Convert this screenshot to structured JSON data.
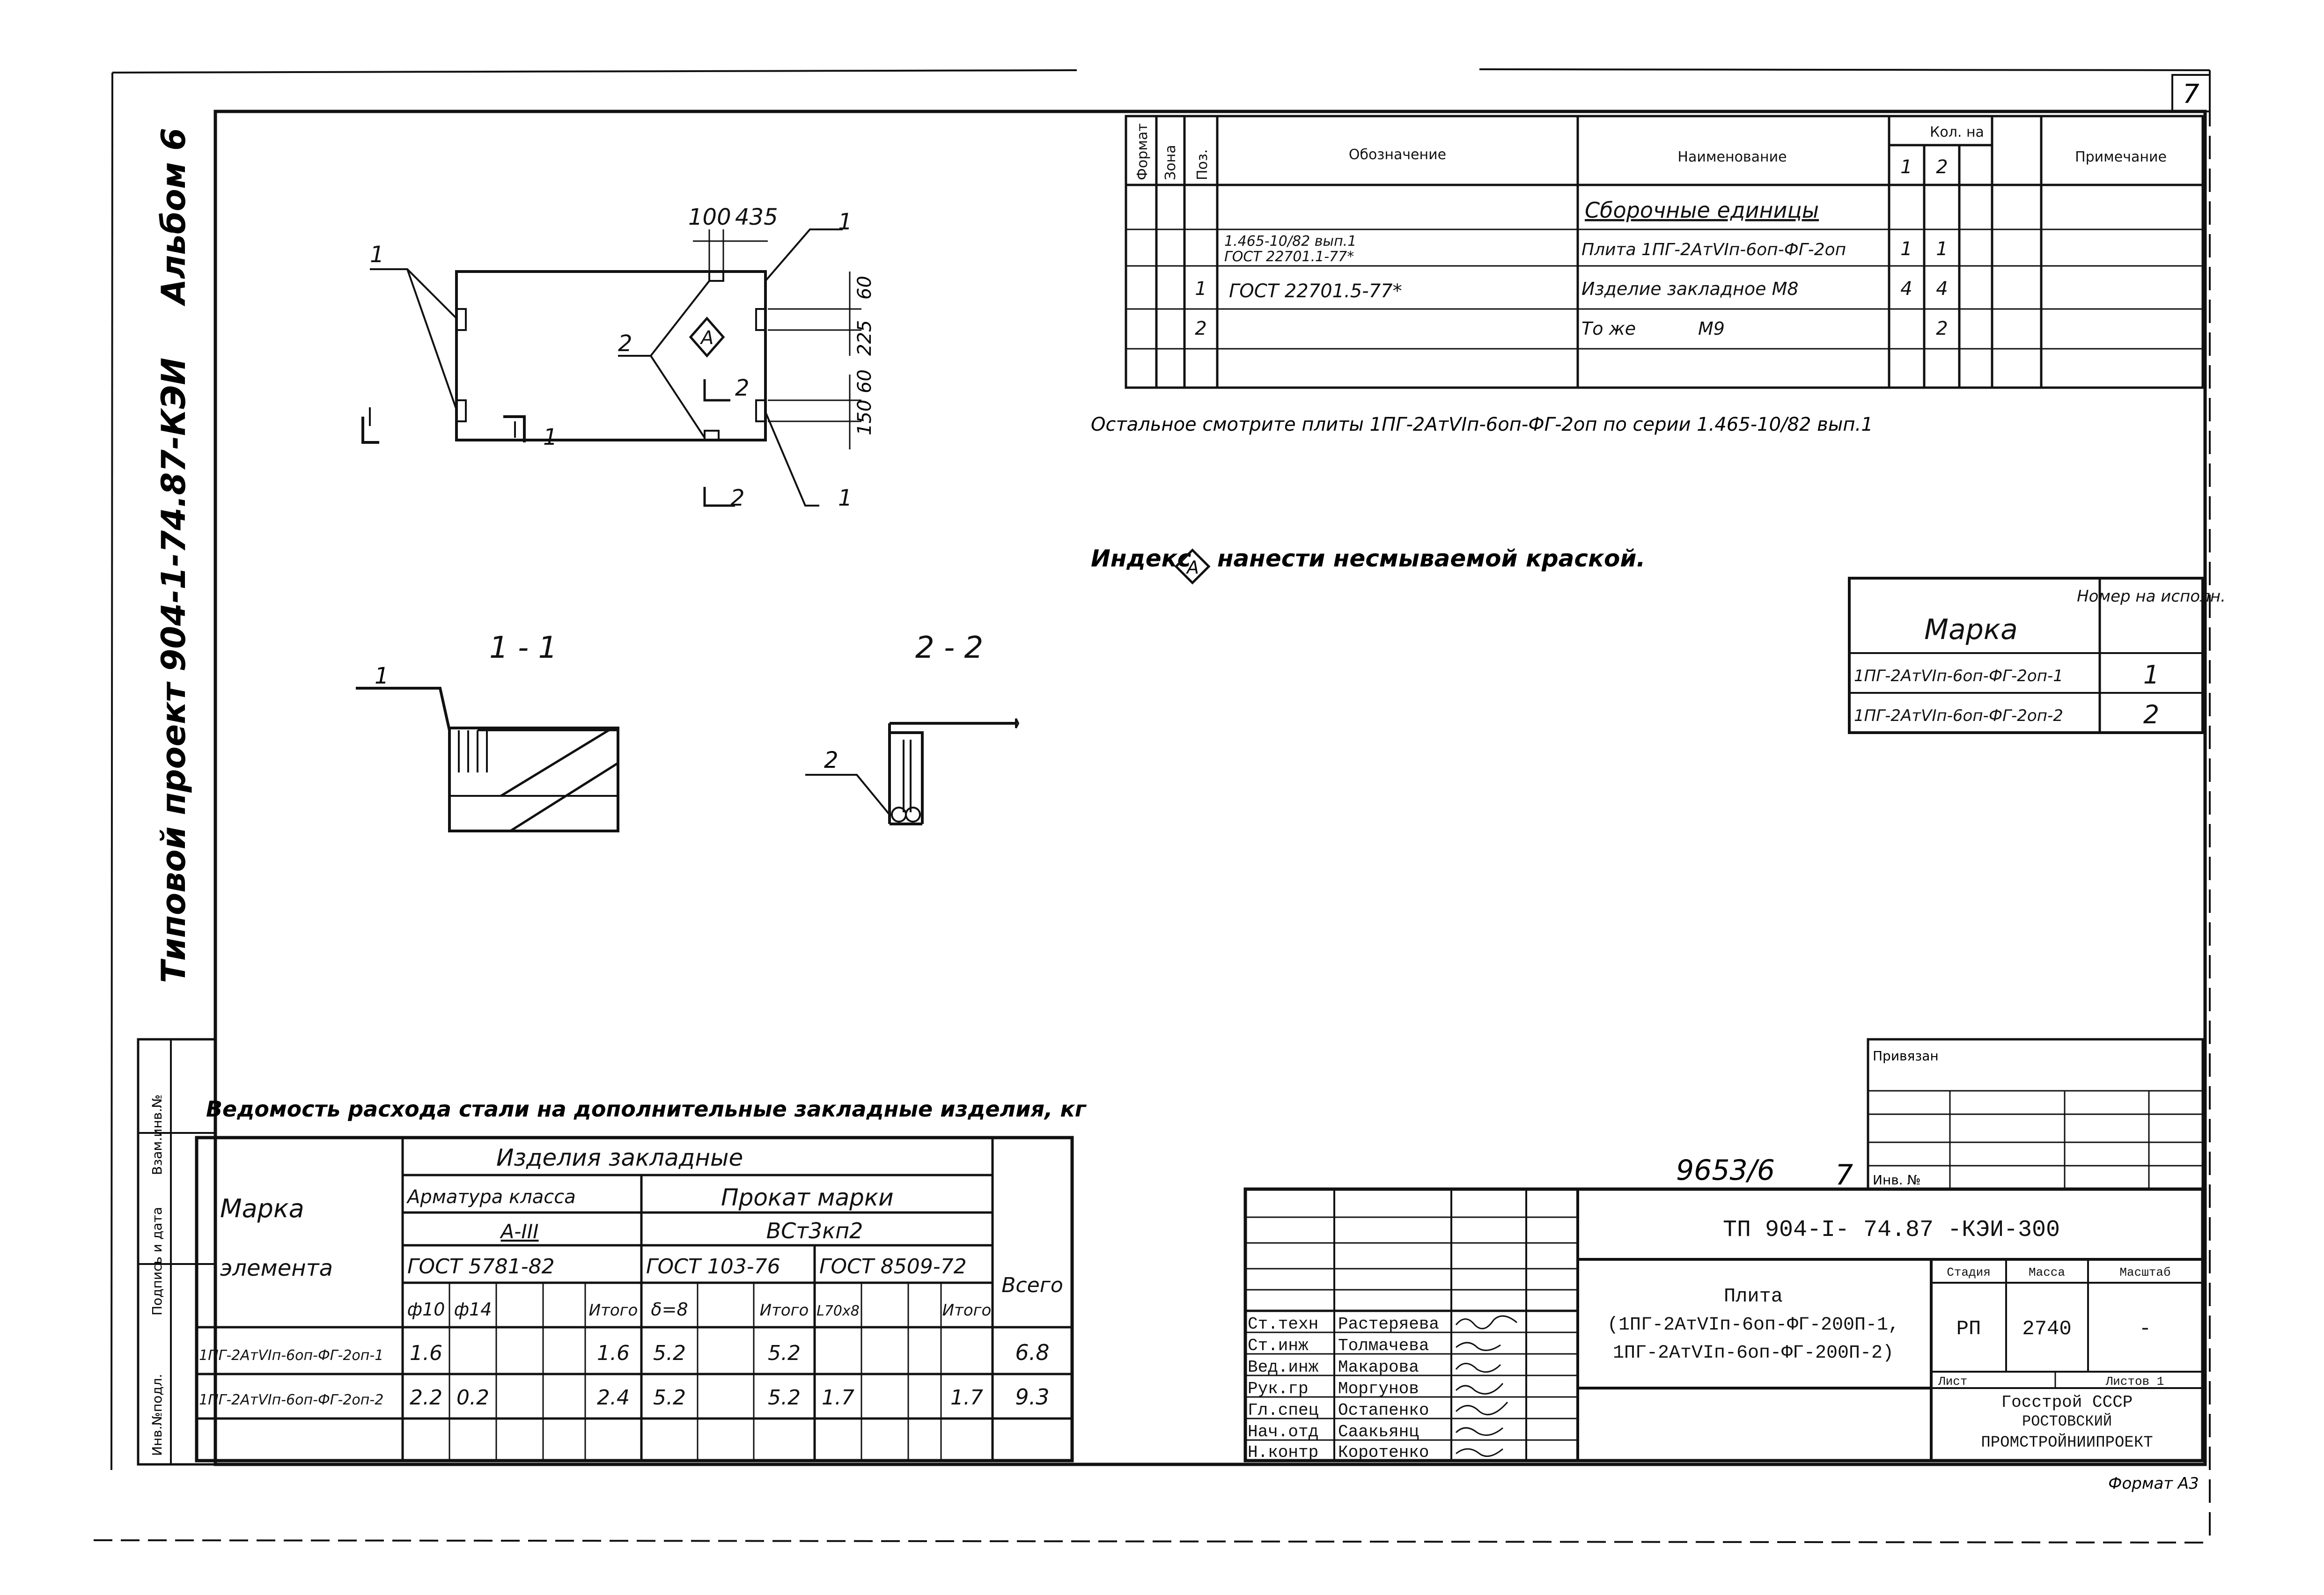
{
  "page_number": "7",
  "side_text": {
    "album": "Альбом 6",
    "project": "Типовой проект 904-1-74.87-КЭИ"
  },
  "side_labels": [
    "Инв.№подл.",
    "Подпись и дата",
    "Взам.инв.№"
  ],
  "drawing": {
    "dim_top_1": "100",
    "dim_top_2": "435",
    "dim_r_1": "60",
    "dim_r_2": "225",
    "dim_r_3": "60",
    "dim_r_4": "150",
    "callout_1": "1",
    "callout_2": "2",
    "index_mark": "А",
    "section_left": "1",
    "section_bottom": "2",
    "section_1_title": "1 - 1",
    "section_2_title": "2 - 2"
  },
  "spec": {
    "headers": {
      "format": "Формат",
      "zone": "Зона",
      "pos": "Поз.",
      "designation": "Обозначение",
      "name": "Наименование",
      "qty": "Кол. на",
      "qty1": "1",
      "qty2": "2",
      "note": "Примечание"
    },
    "section_title": "Сборочные единицы",
    "rows": [
      {
        "pos": "",
        "designation_1": "1.465-10/82 вып.1",
        "designation_2": "ГОСТ 22701.1-77*",
        "name": "Плита 1ПГ-2АтVIп-6оп-ФГ-2оп",
        "q1": "1",
        "q2": "1"
      },
      {
        "pos": "1",
        "designation_1": "ГОСТ 22701.5-77*",
        "designation_2": "",
        "name": "Изделие закладное М8",
        "q1": "4",
        "q2": "4"
      },
      {
        "pos": "2",
        "designation_1": "",
        "designation_2": "",
        "name": "То же           М9",
        "q1": "",
        "q2": "2"
      }
    ]
  },
  "notes": {
    "rest": "Остальное смотрите плиты 1ПГ-2АтVIп-6оп-ФГ-2оп по серии 1.465-10/82 вып.1",
    "index_before": "Индекс",
    "index_after": "нанести несмываемой краской."
  },
  "mark_table": {
    "col1": "Марка",
    "col2": "Номер на исполн.",
    "rows": [
      {
        "mark": "1ПГ-2АтVIп-6оп-ФГ-2оп-1",
        "num": "1"
      },
      {
        "mark": "1ПГ-2АтVIп-6оп-ФГ-2оп-2",
        "num": "2"
      }
    ]
  },
  "steel": {
    "title": "Ведомость расхода стали на дополнительные закладные изделия, кг",
    "mark_header_1": "Марка",
    "mark_header_2": "элемента",
    "items_header": "Изделия закладные",
    "armatura": "Арматура класса",
    "armatura_class": "А-III",
    "prokat": "Прокат марки",
    "prokat_mark": "ВСт3кп2",
    "gost_1": "ГОСТ 5781-82",
    "gost_2": "ГОСТ 103-76",
    "gost_3": "ГОСТ 8509-72",
    "total": "Всего",
    "sub": [
      "ф10",
      "ф14",
      "",
      "Итого",
      "δ=8",
      "",
      "Итого",
      "L70х8",
      "",
      "Итого"
    ],
    "rows": [
      {
        "mark": "1ПГ-2АтVIп-6оп-ФГ-2оп-1",
        "v": [
          "1.6",
          "",
          "",
          "1.6",
          "5.2",
          "",
          "5.2",
          "",
          "",
          ""
        ],
        "total": "6.8"
      },
      {
        "mark": "1ПГ-2АтVIп-6оп-ФГ-2оп-2",
        "v": [
          "2.2",
          "0.2",
          "",
          "2.4",
          "5.2",
          "",
          "5.2",
          "1.7",
          "",
          "1.7"
        ],
        "total": "9.3"
      }
    ]
  },
  "stamp": {
    "privyazan": "Привязан",
    "inv_no": "Инв. №",
    "code": "9653/6",
    "sheet_mark": "7",
    "doc_number": "ТП 904-I- 74.87 -КЭИ-300",
    "title": [
      "Плита",
      "(1ПГ-2АтVIп-6оп-ФГ-200П-1,",
      "1ПГ-2АтVIп-6оп-ФГ-200П-2)"
    ],
    "stage_label": "Стадия",
    "mass_label": "Масса",
    "scale_label": "Масштаб",
    "stage": "РП",
    "mass": "2740",
    "scale": "-",
    "sheet_label": "Лист",
    "sheets_label": "Листов 1",
    "org": [
      "Госстрой СССР",
      "РОСТОВСКИЙ",
      "ПРОМСТРОЙНИИПРОЕКТ"
    ],
    "format": "Формат А3",
    "people": [
      {
        "role": "Ст.техн",
        "name": "Растеряева"
      },
      {
        "role": "Ст.инж",
        "name": "Толмачева"
      },
      {
        "role": "Вед.инж",
        "name": "Макарова"
      },
      {
        "role": "Рук.гр",
        "name": "Моргунов"
      },
      {
        "role": "Гл.спец",
        "name": "Остапенко"
      },
      {
        "role": "Нач.отд",
        "name": "Саакьянц"
      },
      {
        "role": "Н.контр",
        "name": "Коротенко"
      }
    ]
  }
}
